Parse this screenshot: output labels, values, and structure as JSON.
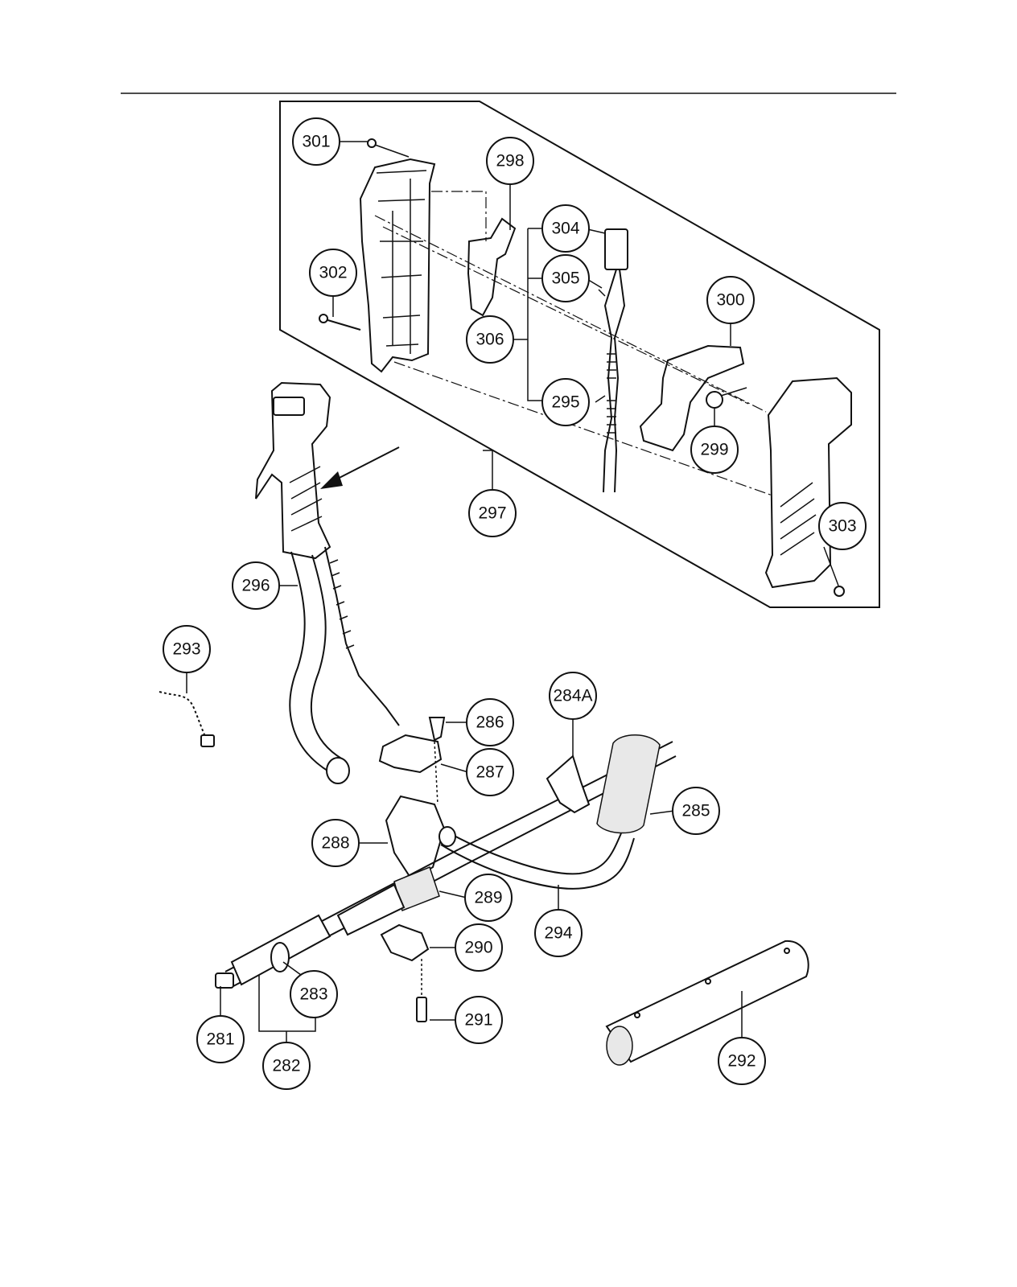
{
  "callouts": [
    {
      "id": "301",
      "label": "301"
    },
    {
      "id": "298",
      "label": "298"
    },
    {
      "id": "302",
      "label": "302"
    },
    {
      "id": "304",
      "label": "304"
    },
    {
      "id": "305",
      "label": "305"
    },
    {
      "id": "306",
      "label": "306"
    },
    {
      "id": "300",
      "label": "300"
    },
    {
      "id": "295",
      "label": "295"
    },
    {
      "id": "299",
      "label": "299"
    },
    {
      "id": "297",
      "label": "297"
    },
    {
      "id": "303",
      "label": "303"
    },
    {
      "id": "296",
      "label": "296"
    },
    {
      "id": "293",
      "label": "293"
    },
    {
      "id": "284A",
      "label": "284A"
    },
    {
      "id": "286",
      "label": "286"
    },
    {
      "id": "287",
      "label": "287"
    },
    {
      "id": "285",
      "label": "285"
    },
    {
      "id": "288",
      "label": "288"
    },
    {
      "id": "289",
      "label": "289"
    },
    {
      "id": "294",
      "label": "294"
    },
    {
      "id": "290",
      "label": "290"
    },
    {
      "id": "283",
      "label": "283"
    },
    {
      "id": "291",
      "label": "291"
    },
    {
      "id": "281",
      "label": "281"
    },
    {
      "id": "282",
      "label": "282"
    },
    {
      "id": "292",
      "label": "292"
    }
  ]
}
